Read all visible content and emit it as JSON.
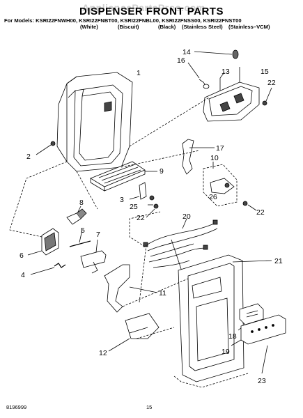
{
  "header": {
    "watermark": "AppliancePartsPros.com",
    "title": "DISPENSER FRONT PARTS",
    "models_line": "For Models: KSRI22FNWH00, KSRI22FNBT00, KSRI22FNBL00, KSRI22FNSS00, KSRI22FNST00",
    "colors": [
      "(White)",
      "(Biscuit)",
      "(Black)",
      "(Stainless Steel)",
      "(Stainless–VCM)"
    ]
  },
  "callouts": [
    "1",
    "2",
    "3",
    "4",
    "5",
    "6",
    "7",
    "8",
    "9",
    "10",
    "11",
    "12",
    "13",
    "14",
    "15",
    "16",
    "17",
    "18",
    "19",
    "20",
    "21",
    "22",
    "22",
    "22",
    "23",
    "25",
    "26"
  ],
  "footer": {
    "doc_number": "8196999",
    "page_number": "15"
  }
}
